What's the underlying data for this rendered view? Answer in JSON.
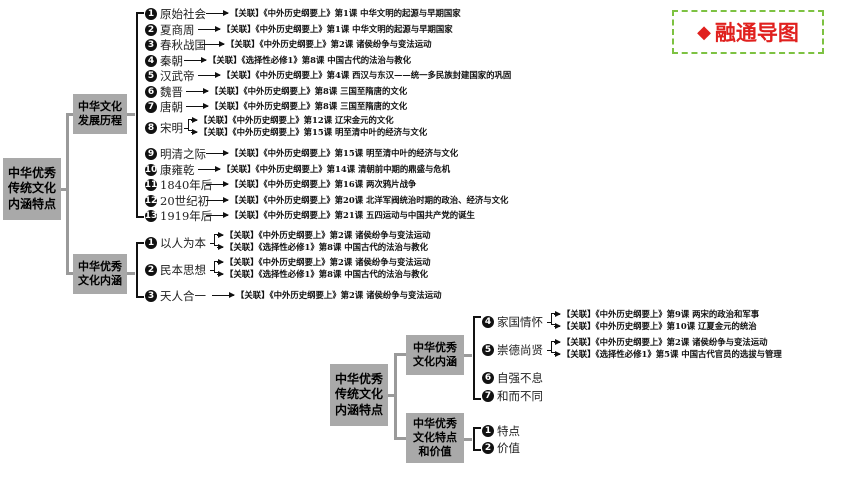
{
  "badge": {
    "icon": "diamond-icon",
    "title": "融通导图"
  },
  "top": {
    "root": "中华优秀\n传统文化\n内涵特点",
    "branch1": "中华文化\n发展历程",
    "branch2": "中华优秀\n文化内涵",
    "periods": [
      {
        "n": "1",
        "label": "原始社会",
        "refs": [
          "【关联】《中外历史纲要上》第1课 中华文明的起源与早期国家"
        ]
      },
      {
        "n": "2",
        "label": "夏商周",
        "refs": [
          "【关联】《中外历史纲要上》第1课 中华文明的起源与早期国家"
        ]
      },
      {
        "n": "3",
        "label": "春秋战国",
        "refs": [
          "【关联】《中外历史纲要上》第2课 诸侯纷争与变法运动"
        ]
      },
      {
        "n": "4",
        "label": "秦朝",
        "refs": [
          "【关联】《选择性必修1》第8课 中国古代的法治与教化"
        ]
      },
      {
        "n": "5",
        "label": "汉武帝",
        "refs": [
          "【关联】《中外历史纲要上》第4课 西汉与东汉——统一多民族封建国家的巩固"
        ]
      },
      {
        "n": "6",
        "label": "魏晋",
        "refs": [
          "【关联】《中外历史纲要上》第8课 三国至隋唐的文化"
        ]
      },
      {
        "n": "7",
        "label": "唐朝",
        "refs": [
          "【关联】《中外历史纲要上》第8课 三国至隋唐的文化"
        ]
      },
      {
        "n": "8",
        "label": "宋明",
        "refs": [
          "【关联】《中外历史纲要上》第12课 辽宋金元的文化",
          "【关联】《中外历史纲要上》第15课 明至清中叶的经济与文化"
        ]
      },
      {
        "n": "9",
        "label": "明清之际",
        "refs": [
          "【关联】《中外历史纲要上》第15课 明至清中叶的经济与文化"
        ]
      },
      {
        "n": "10",
        "label": "康雍乾",
        "refs": [
          "【关联】《中外历史纲要上》第14课 清朝前中期的鼎盛与危机"
        ]
      },
      {
        "n": "11",
        "label": "1840年后",
        "refs": [
          "【关联】《中外历史纲要上》第16课 两次鸦片战争"
        ]
      },
      {
        "n": "12",
        "label": "20世纪初",
        "refs": [
          "【关联】《中外历史纲要上》第20课 北洋军阀统治时期的政治、经济与文化"
        ]
      },
      {
        "n": "13",
        "label": "1919年后",
        "refs": [
          "【关联】《中外历史纲要上》第21课 五四运动与中国共产党的诞生"
        ]
      }
    ],
    "connotations": [
      {
        "n": "1",
        "label": "以人为本",
        "refs": [
          "【关联】《中外历史纲要上》第2课 诸侯纷争与变法运动",
          "【关联】《选择性必修1》第8课 中国古代的法治与教化"
        ]
      },
      {
        "n": "2",
        "label": "民本思想",
        "refs": [
          "【关联】《中外历史纲要上》第2课 诸侯纷争与变法运动",
          "【关联】《选择性必修1》第8课 中国古代的法治与教化"
        ]
      },
      {
        "n": "3",
        "label": "天人合一",
        "refs": [
          "【关联】《中外历史纲要上》第2课 诸侯纷争与变法运动"
        ]
      }
    ]
  },
  "bottom": {
    "root": "中华优秀\n传统文化\n内涵特点",
    "branch1": "中华优秀\n文化内涵",
    "branch2": "中华优秀\n文化特点\n和价值",
    "connotations": [
      {
        "n": "4",
        "label": "家国情怀",
        "refs": [
          "【关联】《中外历史纲要上》第9课 两宋的政治和军事",
          "【关联】《中外历史纲要上》第10课 辽夏金元的统治"
        ]
      },
      {
        "n": "5",
        "label": "崇德尚贤",
        "refs": [
          "【关联】《中外历史纲要上》第2课 诸侯纷争与变法运动",
          "【关联】《选择性必修1》第5课 中国古代官员的选拔与管理"
        ]
      },
      {
        "n": "6",
        "label": "自强不息",
        "refs": []
      },
      {
        "n": "7",
        "label": "和而不同",
        "refs": []
      }
    ],
    "values": [
      {
        "n": "1",
        "label": "特点"
      },
      {
        "n": "2",
        "label": "价值"
      }
    ]
  }
}
